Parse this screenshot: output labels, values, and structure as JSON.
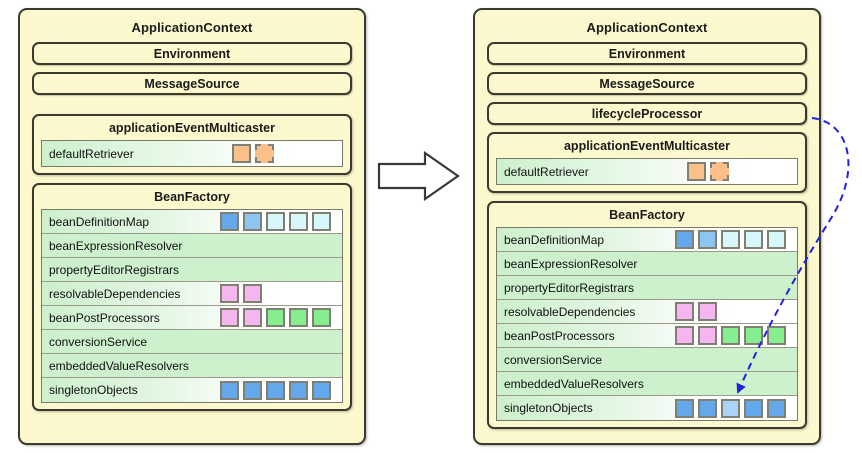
{
  "diagram": {
    "title": "Spring ApplicationContext refresh transition",
    "type": "before-after-state-diagram",
    "colors": {
      "panel_background": "#fbf8cd",
      "panel_border": "#3a3a2f",
      "row_green": "#cdf0cd",
      "chip_border": "#7f7f72",
      "chip_blue": "#64a8ec",
      "chip_light_blue": "#a9d4f7",
      "chip_pale_cyan": "#d7f7fb",
      "chip_pink": "#f5b5ef",
      "chip_green": "#85ef8f",
      "chip_orange": "#fbc08a",
      "flow_arrow": "#2222dd",
      "transition_arrow_fill": "#ffffff",
      "transition_arrow_stroke": "#3a3a3a"
    }
  },
  "panels": [
    {
      "id": "before",
      "title": "ApplicationContext",
      "bars": [
        {
          "label": "Environment"
        },
        {
          "label": "MessageSource"
        }
      ],
      "multicaster": {
        "title": "applicationEventMulticaster",
        "row": {
          "label": "defaultRetriever",
          "chips": [
            {
              "color": "#fbc08a",
              "style": "solid"
            },
            {
              "color": "#fbc08a",
              "style": "dashed"
            }
          ]
        }
      },
      "bean_factory": {
        "title": "BeanFactory",
        "rows": [
          {
            "label": "beanDefinitionMap",
            "chips": [
              {
                "color": "#64a8ec"
              },
              {
                "color": "#8cc4f2"
              },
              {
                "color": "#d7f7fb"
              },
              {
                "color": "#d7f7fb"
              },
              {
                "color": "#d7f7fb"
              }
            ]
          },
          {
            "label": "beanExpressionResolver",
            "chips": []
          },
          {
            "label": "propertyEditorRegistrars",
            "chips": []
          },
          {
            "label": "resolvableDependencies",
            "chips": [
              {
                "color": "#f5b5ef"
              },
              {
                "color": "#f5b5ef"
              }
            ]
          },
          {
            "label": "beanPostProcessors",
            "chips": [
              {
                "color": "#f5b5ef"
              },
              {
                "color": "#f5b5ef"
              },
              {
                "color": "#85ef8f"
              },
              {
                "color": "#85ef8f"
              },
              {
                "color": "#85ef8f"
              }
            ]
          },
          {
            "label": "conversionService",
            "chips": []
          },
          {
            "label": "embeddedValueResolvers",
            "chips": []
          },
          {
            "label": "singletonObjects",
            "chips": [
              {
                "color": "#64a8ec"
              },
              {
                "color": "#64a8ec"
              },
              {
                "color": "#64a8ec"
              },
              {
                "color": "#64a8ec"
              },
              {
                "color": "#64a8ec"
              }
            ]
          }
        ]
      }
    },
    {
      "id": "after",
      "title": "ApplicationContext",
      "bars": [
        {
          "label": "Environment"
        },
        {
          "label": "MessageSource"
        },
        {
          "label": "lifecycleProcessor"
        }
      ],
      "multicaster": {
        "title": "applicationEventMulticaster",
        "row": {
          "label": "defaultRetriever",
          "chips": [
            {
              "color": "#fbc08a",
              "style": "solid"
            },
            {
              "color": "#fbc08a",
              "style": "dashed"
            }
          ]
        }
      },
      "bean_factory": {
        "title": "BeanFactory",
        "rows": [
          {
            "label": "beanDefinitionMap",
            "chips": [
              {
                "color": "#64a8ec"
              },
              {
                "color": "#8cc4f2"
              },
              {
                "color": "#d7f7fb"
              },
              {
                "color": "#d7f7fb"
              },
              {
                "color": "#d7f7fb"
              }
            ]
          },
          {
            "label": "beanExpressionResolver",
            "chips": []
          },
          {
            "label": "propertyEditorRegistrars",
            "chips": []
          },
          {
            "label": "resolvableDependencies",
            "chips": [
              {
                "color": "#f5b5ef"
              },
              {
                "color": "#f5b5ef"
              }
            ]
          },
          {
            "label": "beanPostProcessors",
            "chips": [
              {
                "color": "#f5b5ef"
              },
              {
                "color": "#f5b5ef"
              },
              {
                "color": "#85ef8f"
              },
              {
                "color": "#85ef8f"
              },
              {
                "color": "#85ef8f"
              }
            ]
          },
          {
            "label": "conversionService",
            "chips": []
          },
          {
            "label": "embeddedValueResolvers",
            "chips": []
          },
          {
            "label": "singletonObjects",
            "chips": [
              {
                "color": "#64a8ec"
              },
              {
                "color": "#64a8ec"
              },
              {
                "color": "#a9d4f7"
              },
              {
                "color": "#64a8ec"
              },
              {
                "color": "#64a8ec"
              }
            ]
          }
        ]
      }
    }
  ],
  "annotations": {
    "transition_arrow": "right-arrow",
    "flow_arrow": {
      "from": "lifecycleProcessor",
      "to": "singletonObjects[2]",
      "style": "dashed-curved"
    }
  }
}
